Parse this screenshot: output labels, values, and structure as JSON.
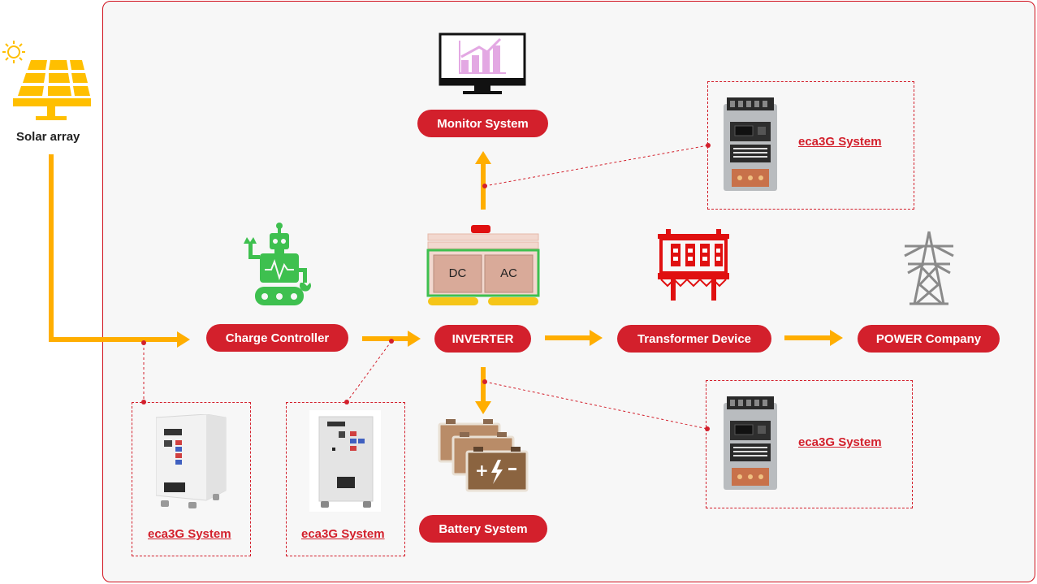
{
  "colors": {
    "accent_red": "#d3202c",
    "flow_orange": "#ffae00",
    "solar_yellow": "#ffbf00",
    "robot_green": "#3ec04f"
  },
  "solar": {
    "label": "Solar array",
    "icon": "solar-panel-icon"
  },
  "nodes": {
    "charge_controller": "Charge Controller",
    "inverter": "INVERTER",
    "transformer": "Transformer Device",
    "power_company": "POWER Company",
    "monitor": "Monitor System",
    "battery": "Battery System"
  },
  "inverter_icon": {
    "dc": "DC",
    "ac": "AC"
  },
  "eca3g": {
    "label": "eca3G System",
    "count": 4
  }
}
